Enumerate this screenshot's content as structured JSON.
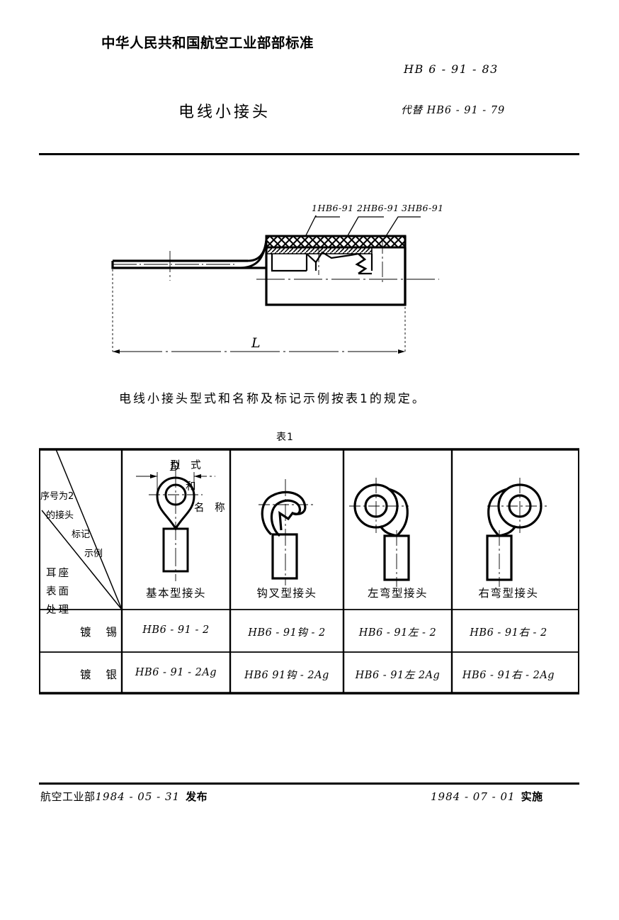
{
  "header": {
    "dept_title": "中华人民共和国航空工业部部标准",
    "standard_code": "HB 6 - 91 - 83",
    "doc_title": "电线小接头",
    "replaces": "代替 HB6 - 91 - 79"
  },
  "figure": {
    "callouts": [
      {
        "label": "1HB6-91"
      },
      {
        "label": "2HB6-91"
      },
      {
        "label": "3HB6-91"
      }
    ],
    "dimension_label": "L",
    "caption": "电线小接头型式和名称及标记示例按表1的规定。"
  },
  "table": {
    "caption": "表1",
    "header_corner": {
      "type_and_name": "型 式\n和\n名 称",
      "type_and_name_lines": [
        "型 式",
        "和",
        "名 称"
      ],
      "marking_example_lines": [
        "序号为2",
        "的接头",
        "标记",
        "示例"
      ],
      "surface_treatment_lines": [
        "耳座",
        "表面",
        "处理"
      ]
    },
    "columns": [
      {
        "label": "基本型接头",
        "diagram": "ring-lug-basic",
        "dimension": "D"
      },
      {
        "label": "钩叉型接头",
        "diagram": "hook-fork-lug"
      },
      {
        "label": "左弯型接头",
        "diagram": "left-bend-lug"
      },
      {
        "label": "右弯型接头",
        "diagram": "right-bend-lug"
      }
    ],
    "rows": [
      {
        "treatment": "镀 锡",
        "cells": [
          "HB6 - 91 - 2",
          "HB6 - 91钩 - 2",
          "HB6 - 91左 - 2",
          "HB6 - 91右 - 2"
        ]
      },
      {
        "treatment": "镀 银",
        "cells": [
          "HB6 - 91 - 2Ag",
          "HB6  91钩 - 2Ag",
          "HB6 - 91左  2Ag",
          "HB6 - 91右 - 2Ag"
        ]
      }
    ]
  },
  "footer": {
    "issuer": "航空工业部",
    "issue_date": "1984 - 05 - 31",
    "issue_word": "发布",
    "effective_date": "1984 - 07 - 01",
    "effective_word": "实施"
  }
}
